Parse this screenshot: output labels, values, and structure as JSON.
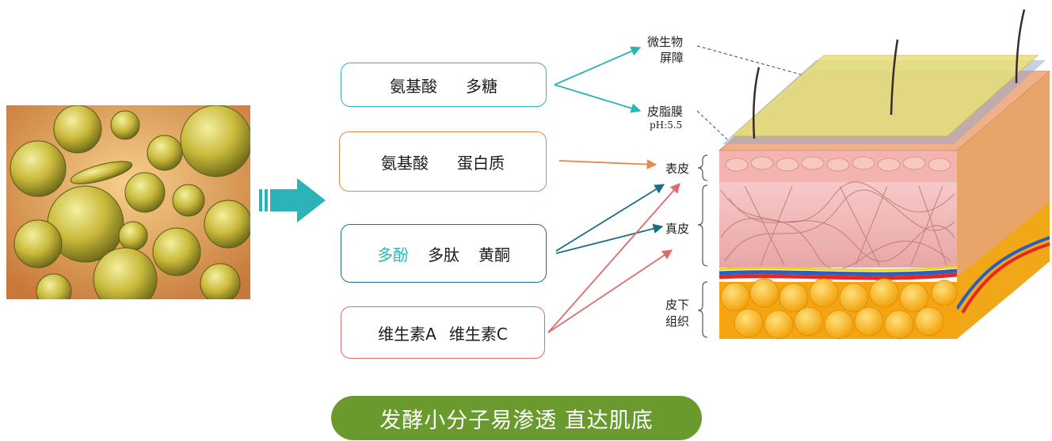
{
  "boxes": [
    {
      "items": [
        "氨基酸",
        "多糖"
      ]
    },
    {
      "items": [
        "氨基酸",
        "蛋白质"
      ]
    },
    {
      "items": [
        "多酚",
        "多肽",
        "黄酮"
      ]
    },
    {
      "items": [
        "维生素A",
        "维生素C"
      ]
    }
  ],
  "labels": {
    "microbe_line1": "微生物",
    "microbe_line2": "屏障",
    "sebum": "皮脂膜",
    "ph": "pH:5.5",
    "epidermis": "表皮",
    "dermis": "真皮",
    "subq_line1": "皮下",
    "subq_line2": "组织"
  },
  "banner": "发酵小分子易渗透 直达肌底",
  "colors": {
    "teal": "#2bb3b8",
    "orange": "#e8874a",
    "darkteal": "#1a6f86",
    "red": "#e06a6a",
    "green": "#6a9a2e"
  },
  "icons": [
    "arrow-right-icon"
  ]
}
